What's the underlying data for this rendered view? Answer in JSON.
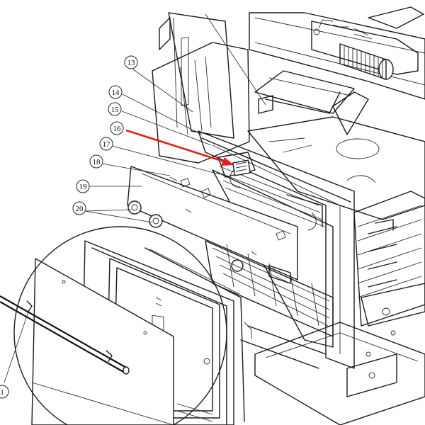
{
  "callouts": [
    {
      "id": "c13",
      "label": "13"
    },
    {
      "id": "c14",
      "label": "14"
    },
    {
      "id": "c15",
      "label": "15"
    },
    {
      "id": "c16",
      "label": "16"
    },
    {
      "id": "c17",
      "label": "17"
    },
    {
      "id": "c18",
      "label": "18"
    },
    {
      "id": "c19",
      "label": "19"
    },
    {
      "id": "c20",
      "label": "20"
    },
    {
      "id": "c1",
      "label": "1"
    }
  ],
  "highlight_color": "#e0201c",
  "line_color": "#1a1a1a"
}
